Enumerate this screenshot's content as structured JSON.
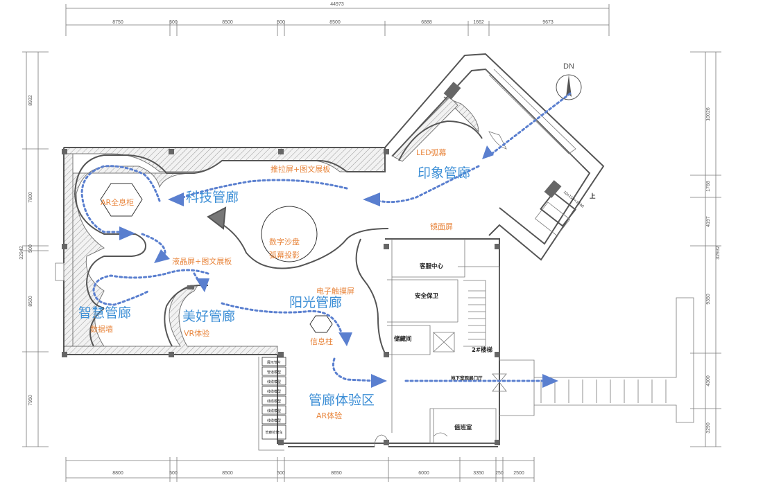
{
  "dimensions": {
    "top_total": "44973",
    "top": [
      "8750",
      "500",
      "8500",
      "500",
      "8500",
      "6888",
      "1662",
      "9673"
    ],
    "bottom": [
      "8800",
      "500",
      "8500",
      "500",
      "8650",
      "6000",
      "3350",
      "250",
      "2500"
    ],
    "left": [
      "8932",
      "7800",
      "500",
      "8500",
      "7950"
    ],
    "right": [
      "10026",
      "1768",
      "4197",
      "9350",
      "4300",
      "3290"
    ],
    "left_total": "32942",
    "right_total": "32932"
  },
  "compass": {
    "label": "DN"
  },
  "zones": {
    "impression": {
      "title": "印象管廊",
      "sub": "LED弧幕"
    },
    "tech": {
      "title": "科技管廊",
      "sub": "推拉屏+图文展板",
      "ar": "AR全息柜"
    },
    "wisdom": {
      "title": "智慧管廊",
      "sub": "数据墙"
    },
    "beauty": {
      "title": "美好管廊",
      "sub": "VR体验"
    },
    "sunshine": {
      "title": "阳光管廊",
      "sub": "电子触摸屏"
    },
    "experience": {
      "title": "管廊体验区",
      "sub": "AR体验"
    }
  },
  "labels": {
    "mirror": "镜面屏",
    "lcd": "液晶屏+图文展板",
    "sandbox": "数字沙盘",
    "projection": "弧幕投影",
    "info_pillar": "信息柱"
  },
  "rooms": {
    "service": "客服中心",
    "security": "安全保卫",
    "storage": "储藏间",
    "stair2": "2#楼梯",
    "basement_door": "地下室观展门厅",
    "duty": "值班室",
    "up": "上"
  },
  "cabinets": [
    "展示管片",
    "管道模型",
    "线缆模型",
    "线缆模型",
    "线缆模型",
    "线缆模型",
    "线缆模型",
    "管廊检修车"
  ],
  "stair_tag": "10x150=1500"
}
